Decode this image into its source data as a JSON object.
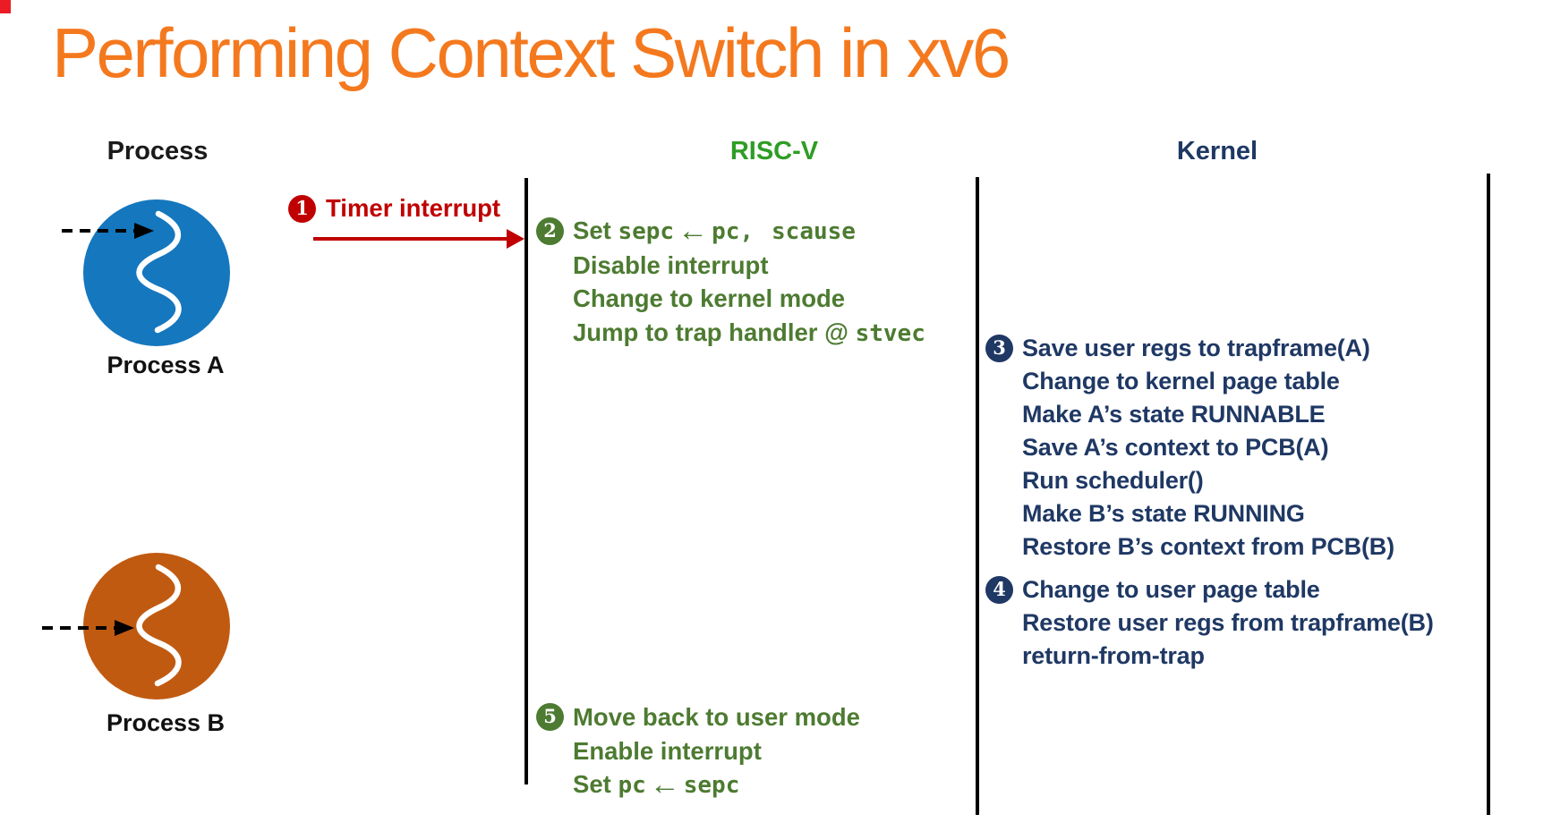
{
  "title": "Performing Context Switch in xv6",
  "columns": {
    "process": "Process",
    "riscv": "RISC-V",
    "kernel": "Kernel"
  },
  "colors": {
    "title_orange": "#f4791e",
    "step_red": "#c00000",
    "riscv_green_header": "#2e9d25",
    "riscv_green_text": "#4d7b31",
    "kernel_navy": "#1f3864",
    "process_a_blue": "#1577be",
    "process_b_orange": "#c15a11"
  },
  "process_a": {
    "label": "Process A"
  },
  "process_b": {
    "label": "Process B"
  },
  "step1": {
    "num": "1",
    "label": "Timer interrupt"
  },
  "step2": {
    "num": "2",
    "l1_prefix": "Set ",
    "l1_sepc": "sepc",
    "l1_arrow": "←",
    "l1_pc": "pc,",
    "l1_scause": "scause",
    "l2": "Disable interrupt",
    "l3": "Change to kernel mode",
    "l4_prefix": "Jump to trap handler @ ",
    "l4_stvec": "stvec"
  },
  "step3": {
    "num": "3",
    "lines": [
      "Save user regs to trapframe(A)",
      "Change to kernel page table",
      "Make A’s state RUNNABLE",
      "Save A’s context to PCB(A)",
      "Run scheduler()",
      "Make B’s state RUNNING",
      "Restore B’s context from PCB(B)"
    ]
  },
  "step4": {
    "num": "4",
    "lines": [
      "Change to user page table",
      "Restore user regs from trapframe(B)",
      "return-from-trap"
    ]
  },
  "step5": {
    "num": "5",
    "l1": "Move back to user mode",
    "l2": "Enable interrupt",
    "l3_prefix": "Set ",
    "l3_pc": "pc",
    "l3_arrow": "←",
    "l3_sepc": "sepc"
  }
}
